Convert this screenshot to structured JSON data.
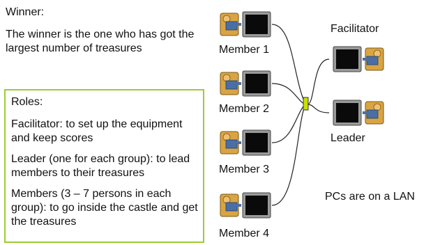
{
  "winner": {
    "heading": "Winner:",
    "description": "The winner is the one who has got the largest number of treasures"
  },
  "roles": {
    "heading": "Roles:",
    "facilitator": "Facilitator: to set up the equipment and keep scores",
    "leader": "Leader (one for each group): to lead members to their treasures",
    "members": "Members (3 – 7 persons in each group): to go inside the castle and get the treasures"
  },
  "network": {
    "members": [
      "Member 1",
      "Member 2",
      "Member 3",
      "Member 4"
    ],
    "facilitator": "Facilitator",
    "leader": "Leader",
    "lan_note": "PCs are on a LAN"
  },
  "colors": {
    "roles_border": "#9acd32",
    "hub": "#c8e000",
    "monitor_frame": "#9a9a9a",
    "monitor_screen": "#0a0a0a",
    "person_skin": "#d9a441",
    "person_shirt": "#4a6fa5"
  },
  "icons": {
    "workstation": "person-at-computer-icon",
    "hub": "network-hub-icon"
  }
}
